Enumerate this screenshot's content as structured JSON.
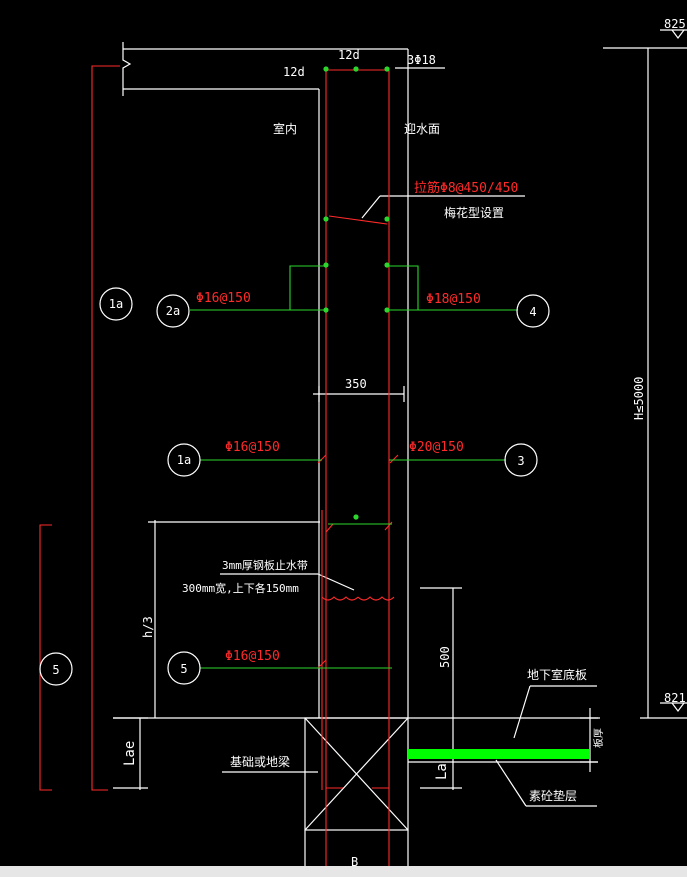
{
  "colors": {
    "background": "#000000",
    "white": "#ffffff",
    "red": "#ff2a2a",
    "green": "#2dd62d",
    "bright_green": "#00ff00",
    "cyan": "#00e0e0"
  },
  "labels": {
    "top_elev": "825",
    "bot_elev": "821",
    "top_12d": "12d",
    "side_12d": "12d",
    "top_bars": "3Φ18",
    "indoor": "室内",
    "water_face": "迎水面",
    "tie_bar": "拉筋Φ8@450/450",
    "tie_layout": "梅花型设置",
    "rebar_2a": "Φ16@150",
    "rebar_4": "Φ18@150",
    "wall_thk": "350",
    "rebar_1a": "Φ16@150",
    "rebar_3": "Φ20@150",
    "waterstop_1": "3mm厚钢板止水带",
    "waterstop_2": "300mm宽,上下各150mm",
    "rebar_5": "Φ16@150",
    "dim_500": "500",
    "height": "H≤5000",
    "h3": "h/3",
    "floor_slab": "地下室底板",
    "slab_thk": "板厚",
    "foundation": "基础或地梁",
    "lae": "Lae",
    "la": "La",
    "cushion": "素砼垫层",
    "width_b": "B"
  },
  "callouts": {
    "c1a_top": "1a",
    "c2a": "2a",
    "c4": "4",
    "c1a_mid": "1a",
    "c3": "3",
    "c5_left": "5",
    "c5_mid": "5"
  }
}
